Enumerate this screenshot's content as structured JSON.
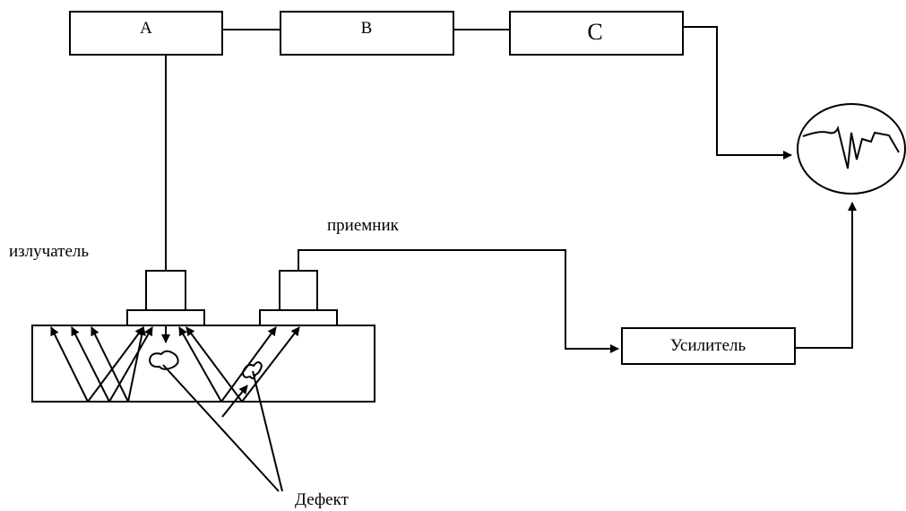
{
  "blocks": {
    "a": "A",
    "b": "B",
    "c": "C",
    "amplifier": "Усилитель"
  },
  "labels": {
    "emitter": "излучатель",
    "receiver": "приемник",
    "defect": "Дефект"
  },
  "icons": {
    "oscilloscope": "oscilloscope-screen-icon"
  }
}
